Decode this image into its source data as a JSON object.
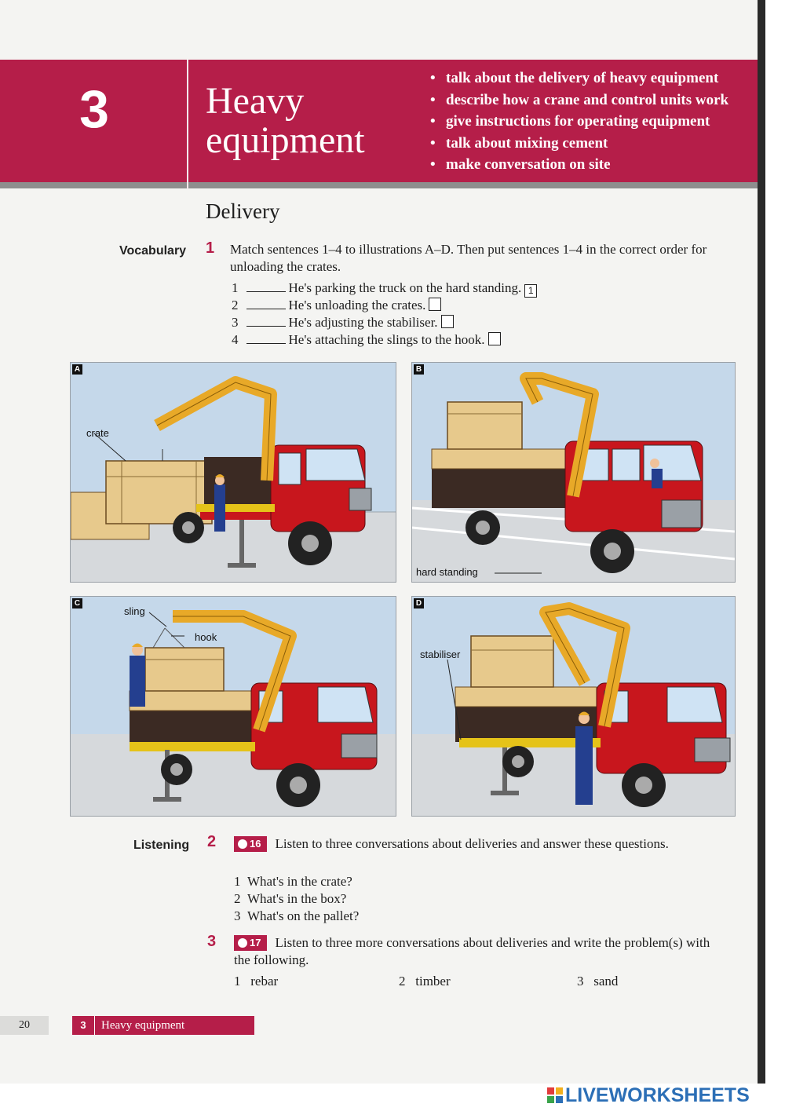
{
  "header": {
    "unit_number": "3",
    "unit_title": "Heavy equipment",
    "objectives": [
      "talk about the delivery of heavy equipment",
      "describe how a crane and control units work",
      "give instructions for operating equipment",
      "talk about mixing cement",
      "make conversation on site"
    ]
  },
  "section": {
    "title": "Delivery"
  },
  "exercise1": {
    "skill": "Vocabulary",
    "number": "1",
    "instruction": "Match sentences 1–4 to illustrations A–D. Then put sentences 1–4 in the correct order for unloading the crates.",
    "items": [
      {
        "num": "1",
        "text": "He's parking the truck on the hard standing.",
        "order": "1"
      },
      {
        "num": "2",
        "text": "He's unloading the crates.",
        "order": ""
      },
      {
        "num": "3",
        "text": "He's adjusting the stabiliser.",
        "order": ""
      },
      {
        "num": "4",
        "text": "He's attaching the slings to the hook.",
        "order": ""
      }
    ]
  },
  "illustrations": [
    {
      "letter": "A",
      "labels": [
        "crate"
      ]
    },
    {
      "letter": "B",
      "labels": [
        "hard standing"
      ]
    },
    {
      "letter": "C",
      "labels": [
        "sling",
        "hook"
      ]
    },
    {
      "letter": "D",
      "labels": [
        "stabiliser"
      ]
    }
  ],
  "exercise2": {
    "skill": "Listening",
    "number": "2",
    "track": "16",
    "instruction": "Listen to three conversations about deliveries and answer these questions.",
    "questions": [
      {
        "num": "1",
        "text": "What's in the crate?"
      },
      {
        "num": "2",
        "text": "What's in the box?"
      },
      {
        "num": "3",
        "text": "What's on the pallet?"
      }
    ]
  },
  "exercise3": {
    "number": "3",
    "track": "17",
    "instruction": "Listen to three more conversations about deliveries and write the problem(s) with the following.",
    "items": [
      {
        "num": "1",
        "text": "rebar"
      },
      {
        "num": "2",
        "text": "timber"
      },
      {
        "num": "3",
        "text": "sand"
      }
    ]
  },
  "footer": {
    "page_number": "20",
    "unit_number": "3",
    "unit_title": "Heavy equipment"
  },
  "watermark": {
    "brand": "LIVEWORKSHEETS"
  },
  "colors": {
    "accent": "#b51e49",
    "truck_red": "#c8161d",
    "crane_yellow": "#e8a928",
    "worker_blue": "#243f8f"
  }
}
